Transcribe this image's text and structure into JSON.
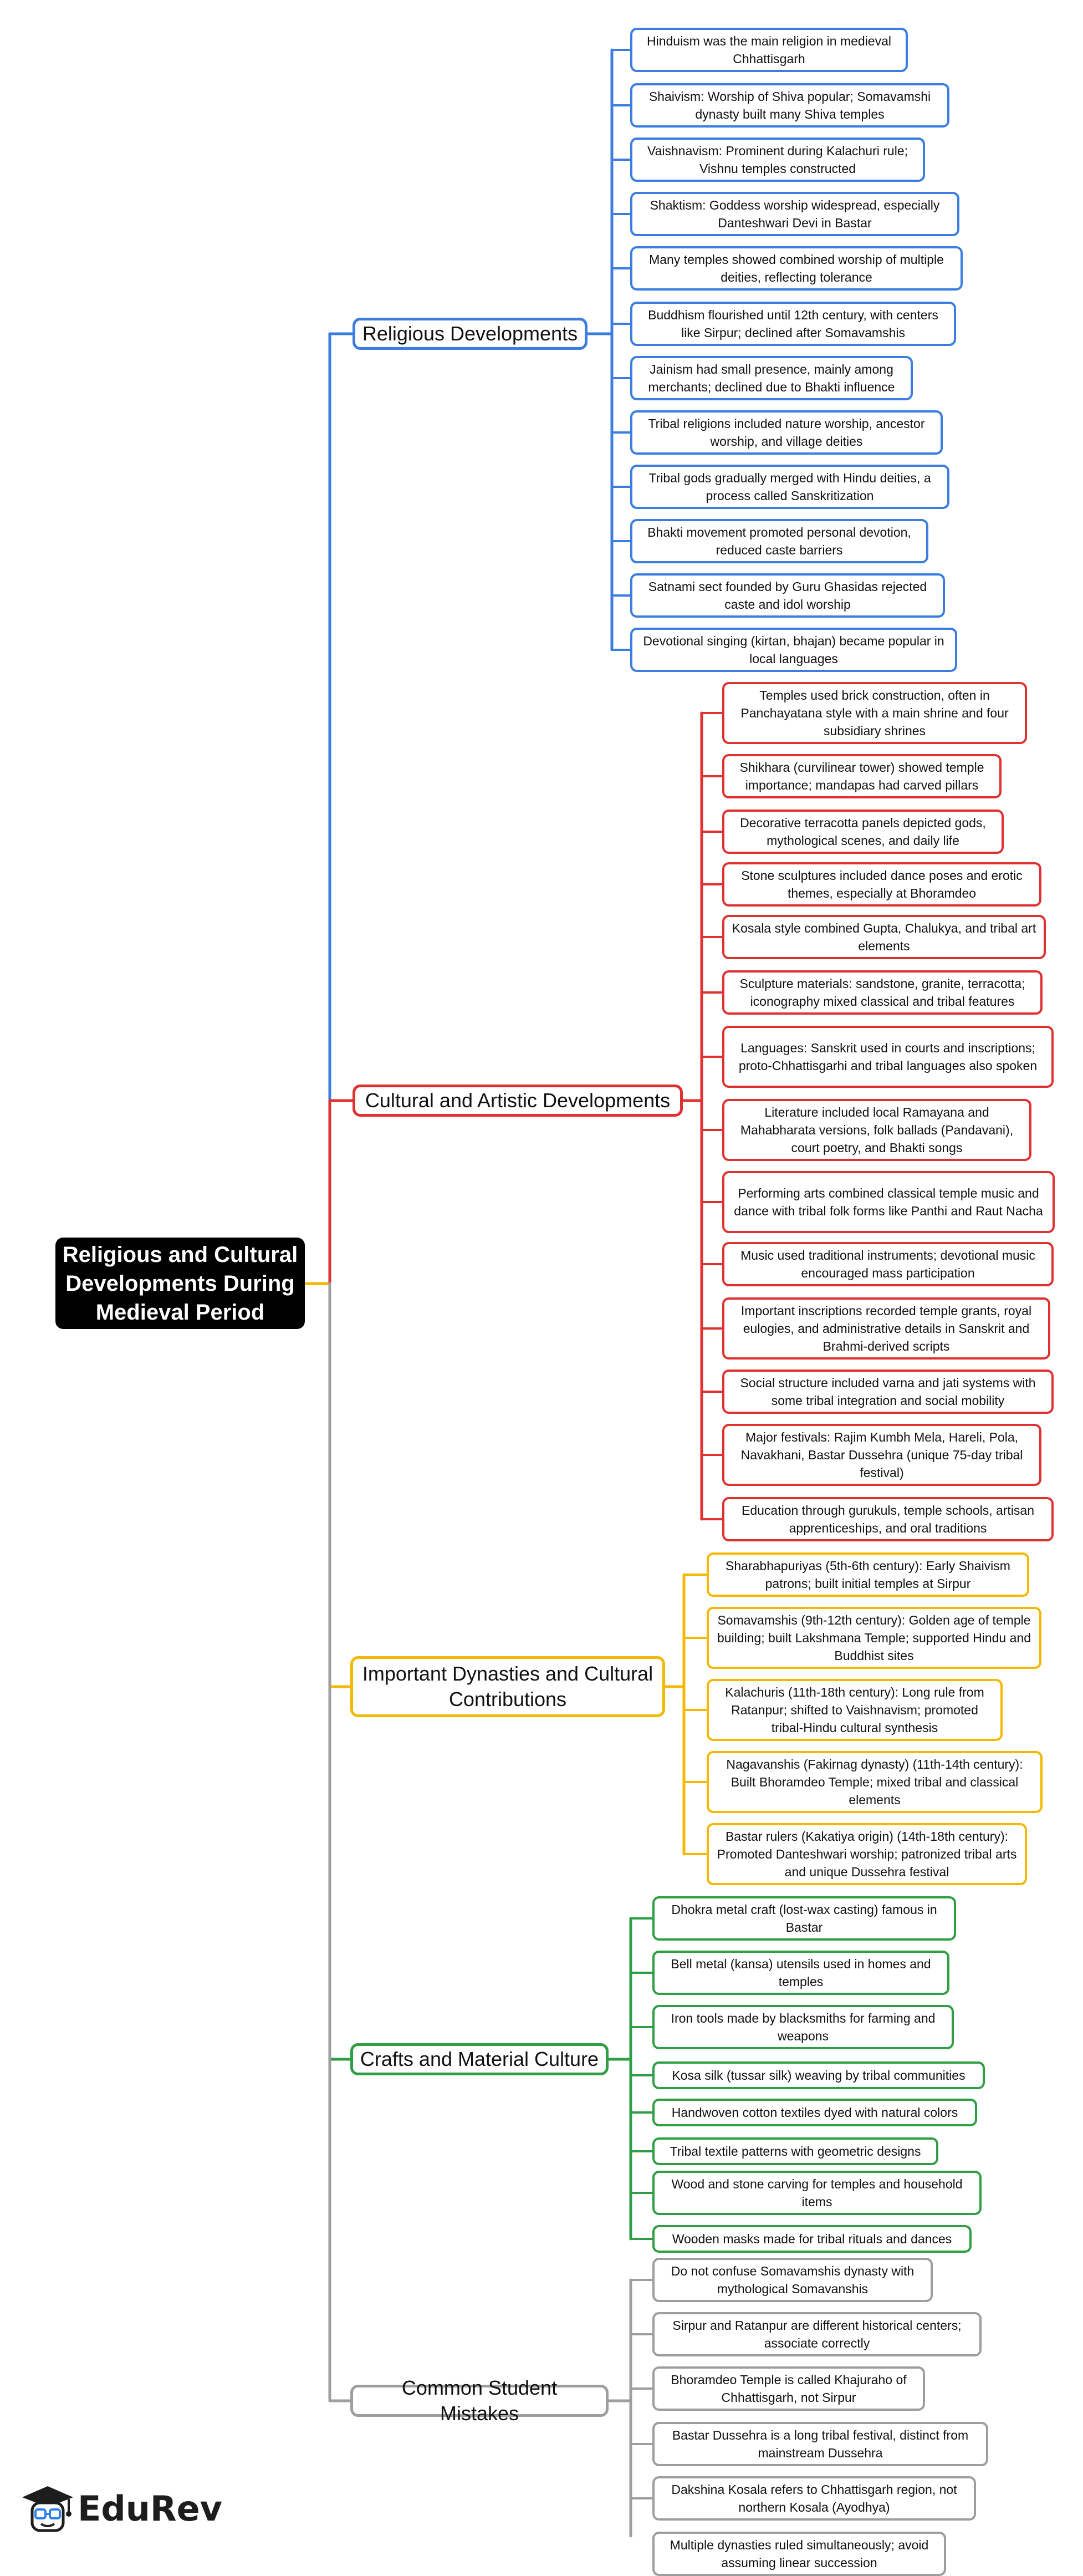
{
  "root": "Religious and Cultural Developments During Medieval Period",
  "branches": [
    {
      "title": "Religious Developments",
      "color": "#3b7de0",
      "items": [
        "Hinduism was the main religion in medieval Chhattisgarh",
        "Shaivism: Worship of Shiva popular; Somavamshi dynasty built many Shiva temples",
        "Vaishnavism: Prominent during Kalachuri rule; Vishnu temples constructed",
        "Shaktism: Goddess worship widespread, especially Danteshwari Devi in Bastar",
        "Many temples showed combined worship of multiple deities, reflecting tolerance",
        "Buddhism flourished until 12th century, with centers like Sirpur; declined after Somavamshis",
        "Jainism had small presence, mainly among merchants; declined due to Bhakti influence",
        "Tribal religions included nature worship, ancestor worship, and village deities",
        "Tribal gods gradually merged with Hindu deities, a process called Sanskritization",
        "Bhakti movement promoted personal devotion, reduced caste barriers",
        "Satnami sect founded by Guru Ghasidas rejected caste and idol worship",
        "Devotional singing (kirtan, bhajan) became popular in local languages"
      ]
    },
    {
      "title": "Cultural and Artistic Developments",
      "color": "#e03131",
      "items": [
        "Temples used brick construction, often in Panchayatana style with a main shrine and four subsidiary shrines",
        "Shikhara (curvilinear tower) showed temple importance; mandapas had carved pillars",
        "Decorative terracotta panels depicted gods, mythological scenes, and daily life",
        "Stone sculptures included dance poses and erotic themes, especially at Bhoramdeo",
        "Kosala style combined Gupta, Chalukya, and tribal art elements",
        "Sculpture materials: sandstone, granite, terracotta; iconography mixed classical and tribal features",
        "Languages: Sanskrit used in courts and inscriptions; proto-Chhattisgarhi and tribal languages also spoken",
        "Literature included local Ramayana and Mahabharata versions, folk ballads (Pandavani), court poetry, and Bhakti songs",
        "Performing arts combined classical temple music and dance with tribal folk forms like Panthi and Raut Nacha",
        "Music used traditional instruments; devotional music encouraged mass participation",
        "Important inscriptions recorded temple grants, royal eulogies, and administrative details in Sanskrit and Brahmi-derived scripts",
        "Social structure included varna and jati systems with some tribal integration and social mobility",
        "Major festivals: Rajim Kumbh Mela, Hareli, Pola, Navakhani, Bastar Dussehra (unique 75-day tribal festival)",
        "Education through gurukuls, temple schools, artisan apprenticeships, and oral traditions"
      ]
    },
    {
      "title": "Important Dynasties and Cultural Contributions",
      "color": "#f5b800",
      "items": [
        "Sharabhapuriyas (5th-6th century): Early Shaivism patrons; built initial temples at Sirpur",
        "Somavamshis (9th-12th century): Golden age of temple building; built Lakshmana Temple; supported Hindu and Buddhist sites",
        "Kalachuris (11th-18th century): Long rule from Ratanpur; shifted to Vaishnavism; promoted tribal-Hindu cultural synthesis",
        "Nagavanshis (Fakirnag dynasty) (11th-14th century): Built Bhoramdeo Temple; mixed tribal and classical elements",
        "Bastar rulers (Kakatiya origin) (14th-18th century): Promoted Danteshwari worship; patronized tribal arts and unique Dussehra festival"
      ]
    },
    {
      "title": "Crafts and Material Culture",
      "color": "#2f9e44",
      "items": [
        "Dhokra metal craft (lost-wax casting) famous in Bastar",
        "Bell metal (kansa) utensils used in homes and temples",
        "Iron tools made by blacksmiths for farming and weapons",
        "Kosa silk (tussar silk) weaving by tribal communities",
        "Handwoven cotton textiles dyed with natural colors",
        "Tribal textile patterns with geometric designs",
        "Wood and stone carving for temples and household items",
        "Wooden masks made for tribal rituals and dances"
      ]
    },
    {
      "title": "Common Student Mistakes",
      "color": "#9e9e9e",
      "items": [
        "Do not confuse Somavamshis dynasty with mythological Somavanshis",
        "Sirpur and Ratanpur are different historical centers; associate correctly",
        "Bhoramdeo Temple is called Khajuraho of Chhattisgarh, not Sirpur",
        "Bastar Dussehra is a long tribal festival, distinct from mainstream Dussehra",
        "Dakshina Kosala refers to Chhattisgarh region, not northern Kosala (Ayodhya)",
        "Multiple dynasties ruled simultaneously; avoid assuming linear succession"
      ]
    }
  ],
  "logo": {
    "text": "EduRev",
    "icon": "graduation-cap-icon"
  }
}
